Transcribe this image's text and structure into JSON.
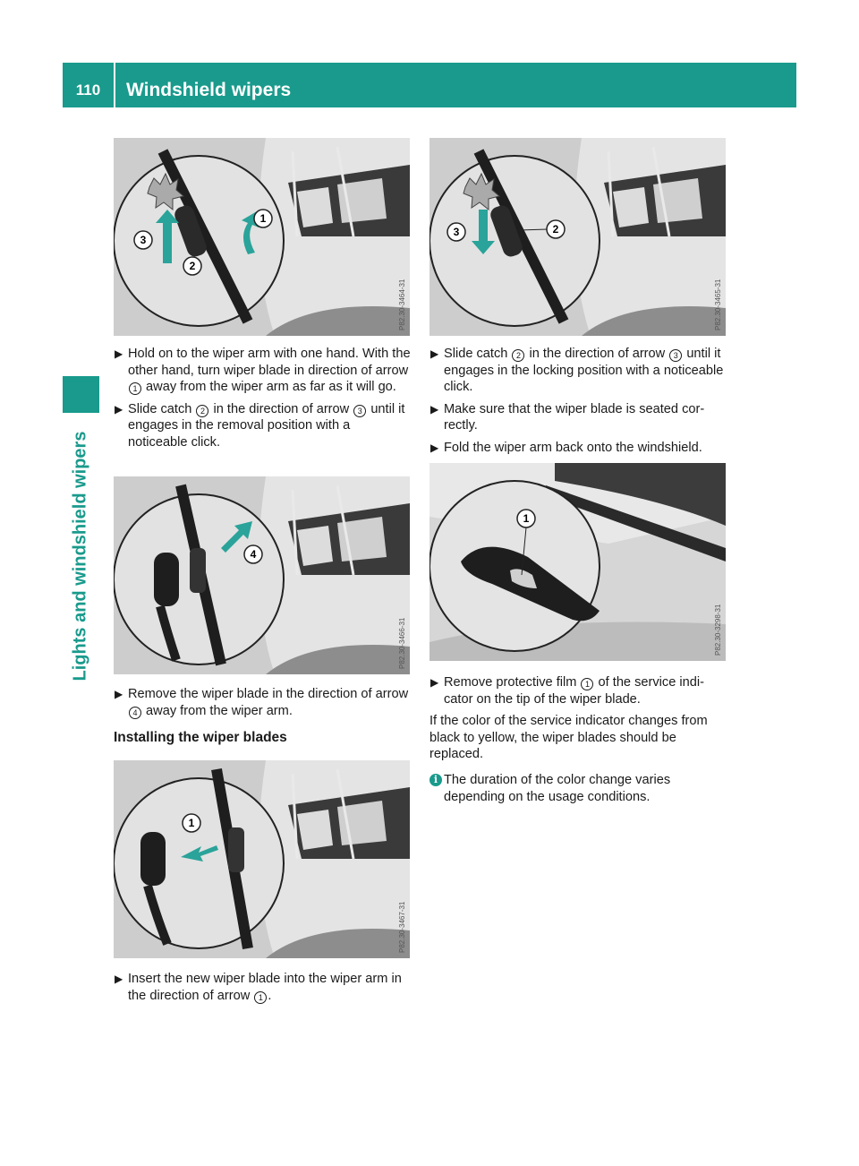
{
  "header": {
    "page_number": "110",
    "section_title": "Windshield wipers"
  },
  "sidebar": {
    "chapter_tab": "Lights and windshield wipers"
  },
  "figures": {
    "fig1": {
      "callouts": [
        "3",
        "2",
        "1"
      ],
      "code": "P82.30-3464-31"
    },
    "fig2": {
      "callouts": [
        "3",
        "2"
      ],
      "code": "P82.30-3465-31"
    },
    "fig3": {
      "callouts": [
        "4"
      ],
      "code": "P82.30-3466-31"
    },
    "fig4": {
      "callouts": [
        "1"
      ],
      "code": "P82.30-3467-31"
    },
    "fig5": {
      "callouts": [
        "1"
      ],
      "code": "P82.30-3298-31"
    }
  },
  "left_column": {
    "step1": {
      "a": "Hold on to the wiper arm with one hand. With the other hand, turn wiper blade in direction of arrow ",
      "n1": "1",
      "b": " away from the wiper arm as far as it will go."
    },
    "step2": {
      "a": "Slide catch ",
      "n1": "2",
      "b": " in the direction of arrow ",
      "n2": "3",
      "c": " until it engages in the removal position with a noticeable click."
    },
    "step3": {
      "a": "Remove the wiper blade in the direction of arrow ",
      "n1": "4",
      "b": " away from the wiper arm."
    },
    "subheading": "Installing the wiper blades",
    "step4": {
      "a": "Insert the new wiper blade into the wiper arm in the direction of arrow ",
      "n1": "1",
      "b": "."
    }
  },
  "right_column": {
    "step1": {
      "a": "Slide catch ",
      "n1": "2",
      "b": " in the direction of arrow ",
      "n2": "3",
      "c": " until it engages in the locking position with a noticeable click."
    },
    "step2": "Make sure that the wiper blade is seated cor- rectly.",
    "step3": "Fold the wiper arm back onto the windshield.",
    "step4": {
      "a": "Remove protective film ",
      "n1": "1",
      "b": " of the service indi- cator on the tip of the wiper blade."
    },
    "paragraph": "If the color of the service indicator changes from black to yellow, the wiper blades should be replaced.",
    "note": "The duration of the color change varies depending on the usage conditions."
  },
  "colors": {
    "accent": "#199a8c",
    "arrow": "#2aa39a"
  }
}
